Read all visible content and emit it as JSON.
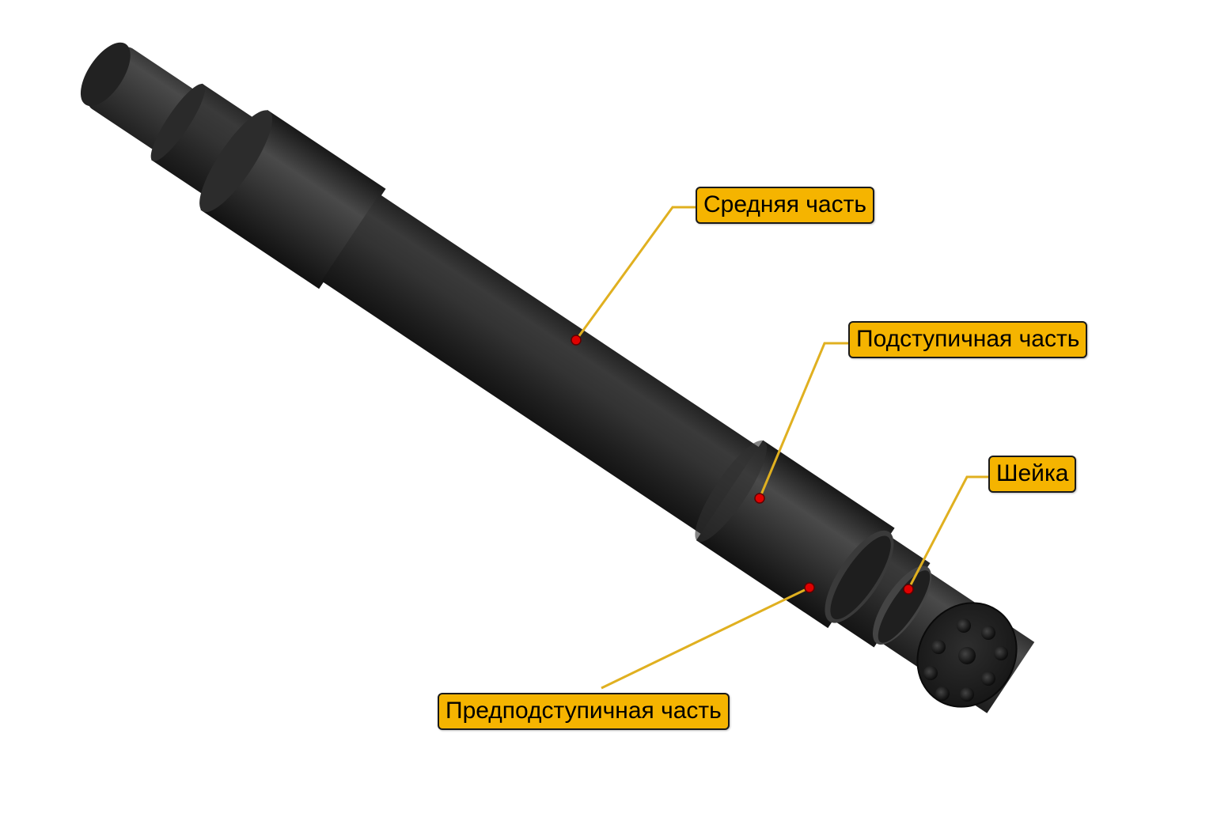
{
  "callouts": {
    "middle": {
      "label": "Средняя часть"
    },
    "hub": {
      "label": "Подступичная часть"
    },
    "neck": {
      "label": "Шейка"
    },
    "prehub": {
      "label": "Предподступичная часть"
    }
  },
  "colors": {
    "label_fill": "#f5b400",
    "leader_line": "#e0b020",
    "marker_dot": "#e00000",
    "shaft_body": "#2b2b2b"
  }
}
